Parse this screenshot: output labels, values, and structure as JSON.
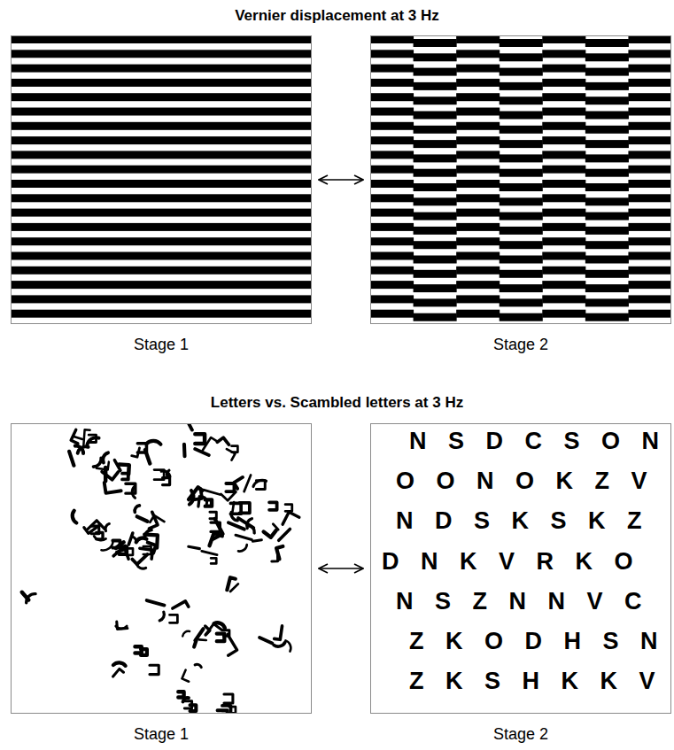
{
  "diagram": {
    "nodes": [
      {
        "text": [
          "Stage 1"
        ]
      },
      {
        "text": [
          "Stage 2"
        ]
      },
      {
        "text": [
          "Stage 1"
        ]
      },
      {
        "text": [
          "N S D C S O N",
          "O O N O K Z V",
          "N D S K S K Z",
          "D N K V R K O",
          "N S Z N N V C",
          "Z K O D H S N",
          "Z K S H K K V",
          "Stage 2"
        ]
      }
    ],
    "edges": [
      {
        "from": 0,
        "to": 1,
        "arrow": "both"
      },
      {
        "from": 2,
        "to": 3,
        "arrow": "both"
      }
    ],
    "labels": [
      "Vernier displacement at 3 Hz",
      "Letters vs. Scambled letters at 3 Hz"
    ]
  }
}
